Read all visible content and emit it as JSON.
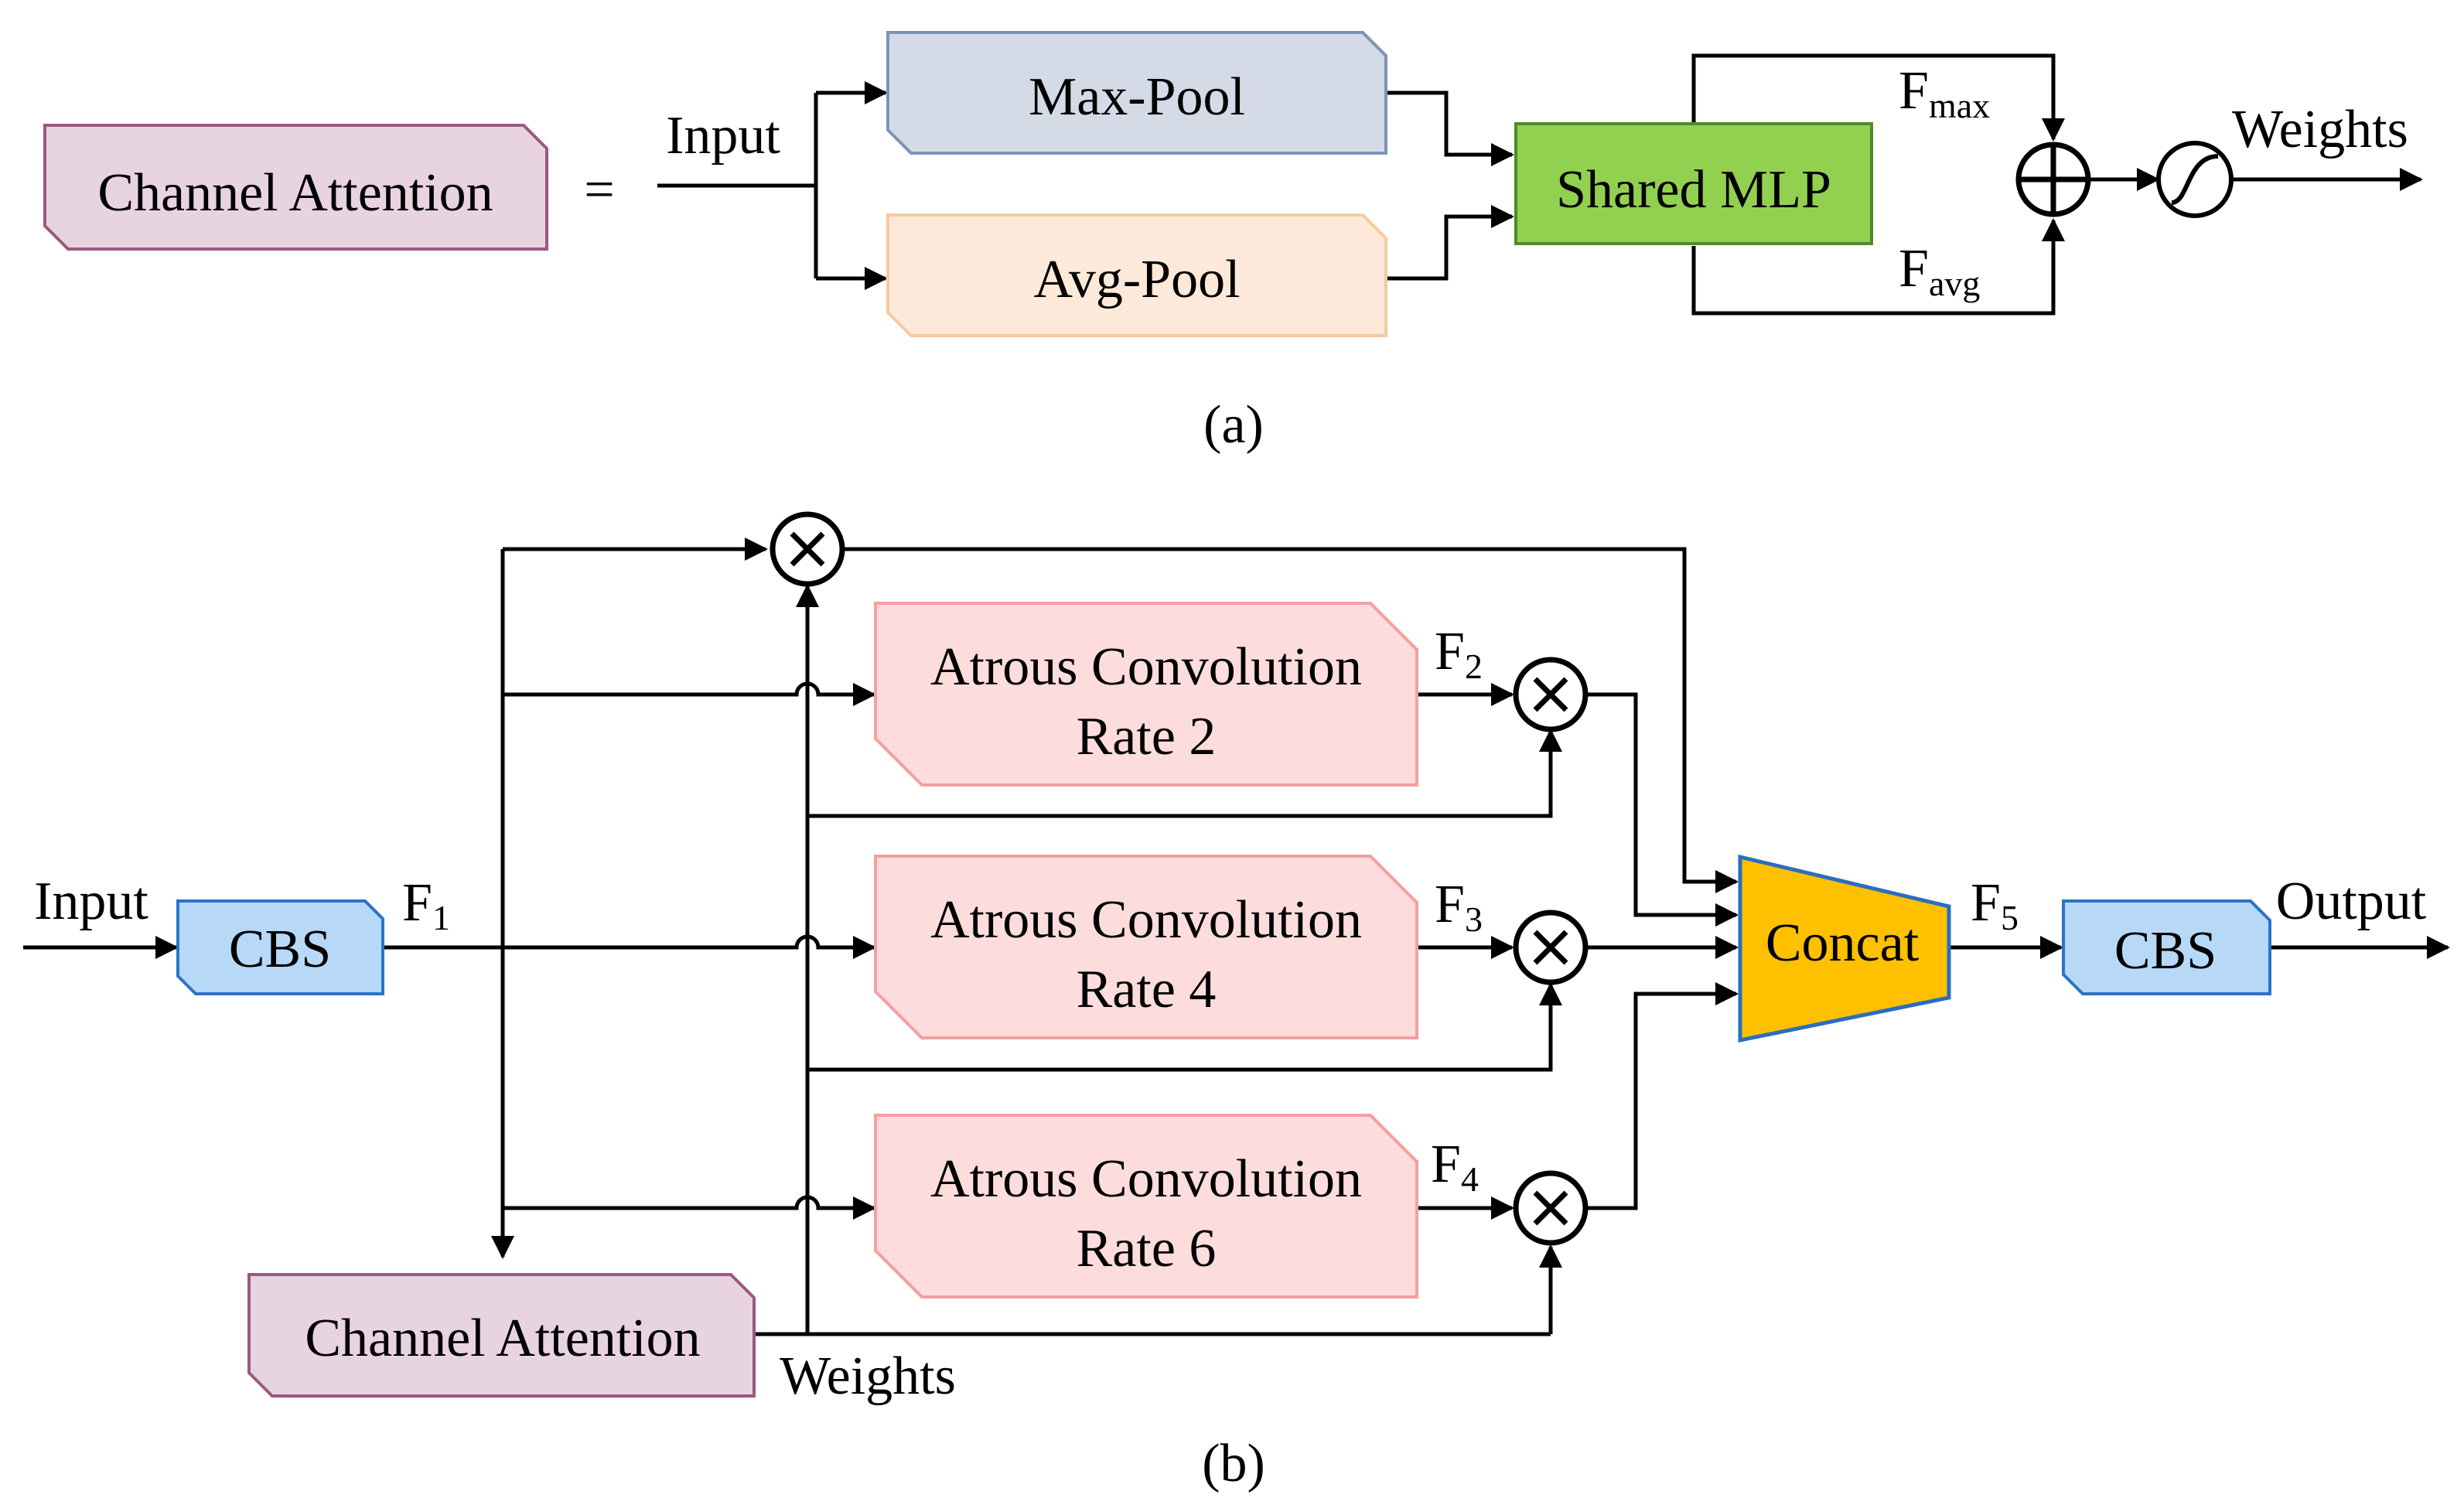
{
  "panel_a": {
    "caption": "(a)",
    "lhs_block": "Channel Attention",
    "equals": "=",
    "input_label": "Input",
    "max_pool": "Max-Pool",
    "avg_pool": "Avg-Pool",
    "shared_mlp": "Shared MLP",
    "f_max": {
      "main": "F",
      "sub": "max"
    },
    "f_avg": {
      "main": "F",
      "sub": "avg"
    },
    "weights_label": "Weights"
  },
  "panel_b": {
    "caption": "(b)",
    "input_label": "Input",
    "cbs_in": "CBS",
    "f1": {
      "main": "F",
      "sub": "1"
    },
    "atrous": [
      {
        "line1": "Atrous Convolution",
        "line2": "Rate 2",
        "feature": {
          "main": "F",
          "sub": "2"
        }
      },
      {
        "line1": "Atrous Convolution",
        "line2": "Rate 4",
        "feature": {
          "main": "F",
          "sub": "3"
        }
      },
      {
        "line1": "Atrous Convolution",
        "line2": "Rate 6",
        "feature": {
          "main": "F",
          "sub": "4"
        }
      }
    ],
    "concat": "Concat",
    "f5": {
      "main": "F",
      "sub": "5"
    },
    "cbs_out": "CBS",
    "output_label": "Output",
    "channel_attention": "Channel Attention",
    "weights_label": "Weights"
  },
  "colors": {
    "channel_attention_fill": "#e8d3e0",
    "channel_attention_stroke": "#9a5a7e",
    "max_pool_fill": "#d4dbe6",
    "max_pool_stroke": "#7f93b8",
    "avg_pool_fill": "#fde9d9",
    "avg_pool_stroke": "#f8c9a0",
    "shared_mlp_fill": "#92d050",
    "shared_mlp_stroke": "#4e8a2a",
    "atrous_fill": "#fddcdc",
    "atrous_stroke": "#f3a0a0",
    "cbs_fill": "#b7d9f7",
    "cbs_stroke": "#2a74c6",
    "concat_fill": "#ffc000",
    "concat_stroke": "#2a6ebd"
  },
  "icons": [
    "add-icon",
    "multiply-icon",
    "sigmoid-icon"
  ]
}
